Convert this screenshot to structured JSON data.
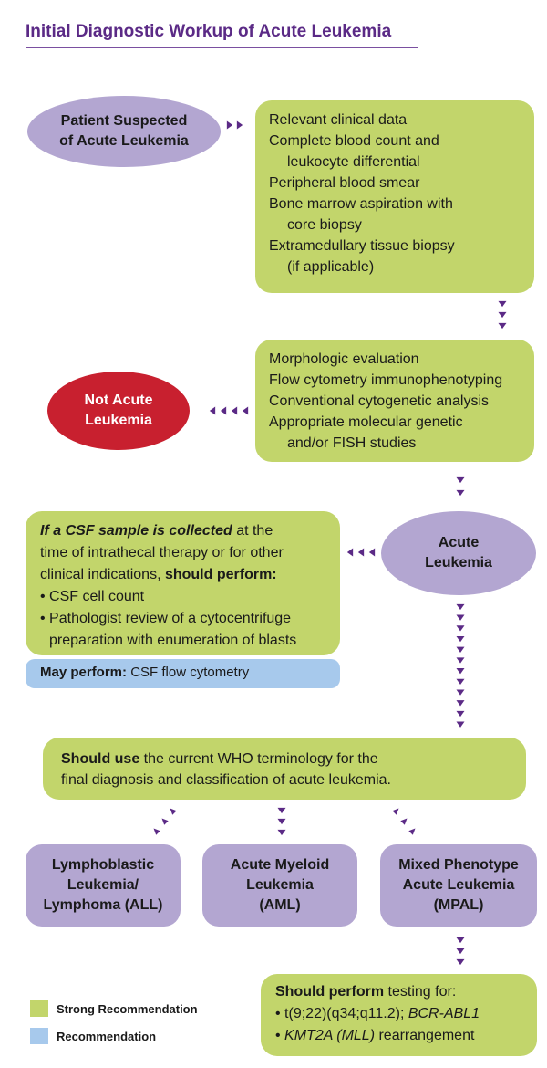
{
  "title": "Initial Diagnostic Workup of Acute Leukemia",
  "colors": {
    "title": "#5b2a86",
    "strong": "#c2d56b",
    "recommendation": "#a7c9ec",
    "oval": "#b3a6d1",
    "not_leukemia": "#c8202f",
    "arrow": "#5b2a86"
  },
  "start": {
    "line1": "Patient Suspected",
    "line2": "of Acute Leukemia"
  },
  "initial_tests": [
    {
      "text": "Relevant clinical data",
      "indent": false
    },
    {
      "text": "Complete blood count and",
      "indent": false
    },
    {
      "text": "leukocyte differential",
      "indent": true
    },
    {
      "text": "Peripheral blood smear",
      "indent": false
    },
    {
      "text": "Bone marrow aspiration with",
      "indent": false
    },
    {
      "text": "core biopsy",
      "indent": true
    },
    {
      "text": "Extramedullary tissue biopsy",
      "indent": false
    },
    {
      "text": "(if applicable)",
      "indent": true
    }
  ],
  "evaluation": [
    {
      "text": "Morphologic evaluation",
      "indent": false
    },
    {
      "text": "Flow cytometry immunophenotyping",
      "indent": false
    },
    {
      "text": "Conventional cytogenetic analysis",
      "indent": false
    },
    {
      "text": "Appropriate molecular genetic",
      "indent": false
    },
    {
      "text": "and/or FISH studies",
      "indent": true
    }
  ],
  "not_acute": {
    "line1": "Not Acute",
    "line2": "Leukemia"
  },
  "acute": {
    "line1": "Acute",
    "line2": "Leukemia"
  },
  "csf": {
    "intro_bold": "If a CSF sample is collected",
    "intro_rest": " at the",
    "line2": "time of intrathecal therapy or for other",
    "line3_pre": "clinical indications, ",
    "line3_bold": "should perform:",
    "bullet1": "• CSF cell count",
    "bullet2a": "• Pathologist review of a cytocentrifuge",
    "bullet2b": "preparation with enumeration of blasts"
  },
  "may_perform": {
    "bold": "May perform:",
    "rest": " CSF flow cytometry"
  },
  "who": {
    "bold": "Should use",
    "rest": " the current WHO terminology for the",
    "line2": "final diagnosis and classification of acute leukemia."
  },
  "types": [
    {
      "l1": "Lymphoblastic",
      "l2": "Leukemia/",
      "l3": "Lymphoma (ALL)"
    },
    {
      "l1": "Acute Myeloid",
      "l2": "Leukemia",
      "l3": "(AML)"
    },
    {
      "l1": "Mixed Phenotype",
      "l2": "Acute Leukemia",
      "l3": "(MPAL)"
    }
  ],
  "mpal_testing": {
    "bold": "Should perform",
    "rest": " testing for:",
    "b1_pre": "• t(9;22)(q34;q11.2); ",
    "b1_it": "BCR-ABL1",
    "b2_pre": "• ",
    "b2_it": "KMT2A (MLL)",
    "b2_rest": " rearrangement"
  },
  "legend": [
    {
      "label": "Strong Recommendation",
      "color": "#c2d56b"
    },
    {
      "label": "Recommendation",
      "color": "#a7c9ec"
    }
  ]
}
